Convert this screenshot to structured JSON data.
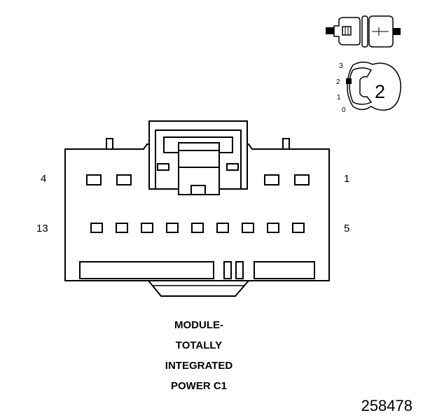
{
  "pin_labels": {
    "top_left": "4",
    "top_right": "1",
    "bottom_left": "13",
    "bottom_right": "5"
  },
  "position_scale": [
    "3",
    "2",
    "1",
    "0"
  ],
  "position_badge": "2",
  "caption_lines": [
    "MODULE-",
    "TOTALLY",
    "INTEGRATED",
    "POWER C1"
  ],
  "figure_number": "258478"
}
